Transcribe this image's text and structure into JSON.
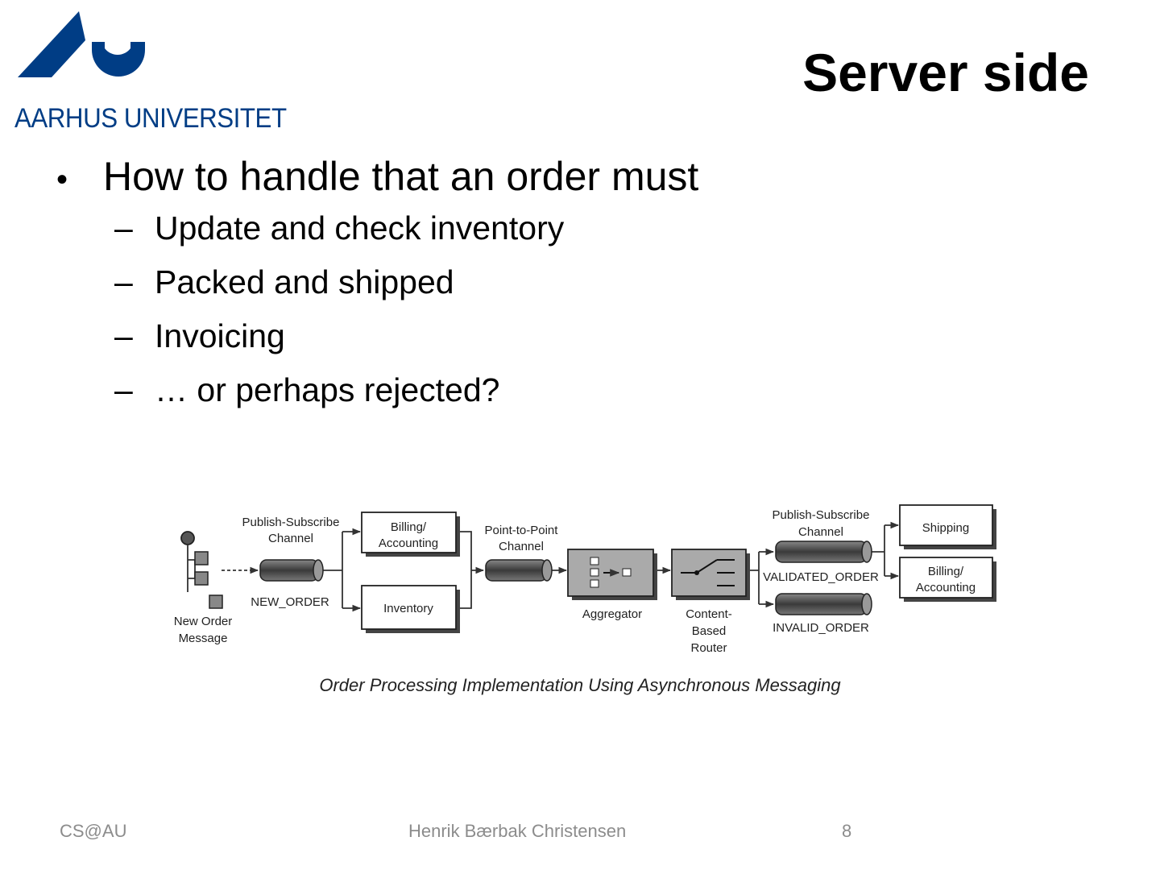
{
  "header": {
    "logo_text": "AARHUS UNIVERSITET",
    "title": "Server side",
    "brand_color": "#003d85"
  },
  "content": {
    "bullet": "How to handle that an order must",
    "subitems": [
      "Update and check inventory",
      "Packed and shipped",
      "Invoicing",
      "… or perhaps rejected?"
    ]
  },
  "diagram": {
    "caption": "Order Processing Implementation Using Asynchronous Messaging",
    "new_order_message": [
      "New Order",
      "Message"
    ],
    "pubsub_1": [
      "Publish-Subscribe",
      "Channel"
    ],
    "new_order_channel": "NEW_ORDER",
    "billing_1": [
      "Billing/",
      "Accounting"
    ],
    "inventory": "Inventory",
    "p2p_channel": [
      "Point-to-Point",
      "Channel"
    ],
    "aggregator": "Aggregator",
    "router": [
      "Content-",
      "Based",
      "Router"
    ],
    "pubsub_2": [
      "Publish-Subscribe",
      "Channel"
    ],
    "validated_order": "VALIDATED_ORDER",
    "invalid_order": "INVALID_ORDER",
    "shipping": "Shipping",
    "billing_2": [
      "Billing/",
      "Accounting"
    ]
  },
  "footer": {
    "left": "CS@AU",
    "center": "Henrik Bærbak Christensen",
    "page": "8"
  }
}
